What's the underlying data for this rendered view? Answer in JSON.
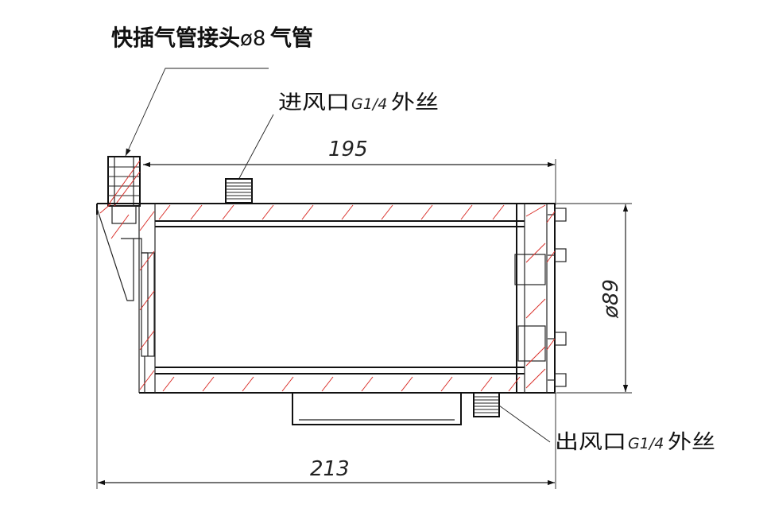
{
  "labels": {
    "air_connector_main": "快插气管接头",
    "air_connector_size": "ø8",
    "air_connector_tail": "气管",
    "inlet_main": "进风口",
    "inlet_spec": "G1/4",
    "inlet_tail": "外丝",
    "outlet_main": "出风口",
    "outlet_spec": "G1/4",
    "outlet_tail": "外丝"
  },
  "dimensions": {
    "inner_length": "195",
    "total_length": "213",
    "diameter": "ø89"
  },
  "colors": {
    "line": "#222222",
    "hatch": "#d9302a",
    "background": "#ffffff"
  }
}
